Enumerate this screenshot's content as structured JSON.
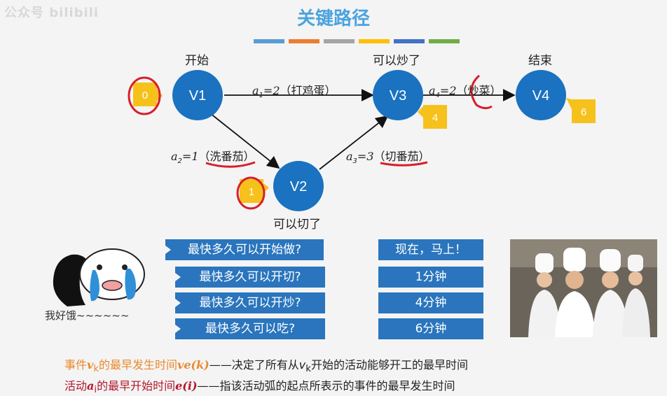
{
  "watermark": "公众号 bilibili",
  "title": "关键路径",
  "title_color": "#4aa3df",
  "color_bar": [
    "#5b9bd5",
    "#ed7d31",
    "#a5a5a5",
    "#ffc000",
    "#4472c4",
    "#70ad47"
  ],
  "node_color": "#1a72c0",
  "nodes": [
    {
      "id": "V1",
      "caption": "开始",
      "earliest": "0"
    },
    {
      "id": "V2",
      "caption": "可以切了",
      "earliest": "1"
    },
    {
      "id": "V3",
      "caption": "可以炒了",
      "earliest": "4"
    },
    {
      "id": "V4",
      "caption": "结束",
      "earliest": "6"
    }
  ],
  "edges": [
    {
      "from": "V1",
      "to": "V3",
      "name": "a",
      "index": "1",
      "weight": "=2",
      "task": "（打鸡蛋）"
    },
    {
      "from": "V1",
      "to": "V2",
      "name": "a",
      "index": "2",
      "weight": "=1",
      "task": "（洗番茄）"
    },
    {
      "from": "V2",
      "to": "V3",
      "name": "a",
      "index": "3",
      "weight": "=3",
      "task": "（切番茄）"
    },
    {
      "from": "V3",
      "to": "V4",
      "name": "a",
      "index": "4",
      "weight": "=2",
      "task": "（炒菜）"
    }
  ],
  "questions": [
    "最快多久可以开始做?",
    "最快多久可以开切?",
    "最快多久可以开炒?",
    "最快多久可以吃?"
  ],
  "answers": [
    "现在，马上！",
    "1分钟",
    "4分钟",
    "6分钟"
  ],
  "box_color": "#2a75bd",
  "sticker_text": "我好饿~~~~~~",
  "definitions": {
    "line1": {
      "lead": "事件",
      "var_sym": "v",
      "var_sub": "k",
      "mid": "的最早发生时间",
      "fn": "ve(k)",
      "dash": "——",
      "rest_a": "决定了所有从",
      "rest_var": "v",
      "rest_sub": "k",
      "rest_b": "开始的活动能够开工的最早时间"
    },
    "line2": {
      "lead": "活动",
      "var_sym": "a",
      "var_sub": "i",
      "mid": "的最早开始时间",
      "fn": "e(i)",
      "dash": "——",
      "rest": "指该活动弧的起点所表示的事件的最早发生时间"
    }
  },
  "accent_orange": "#e8892b",
  "accent_crimson": "#b3172c"
}
